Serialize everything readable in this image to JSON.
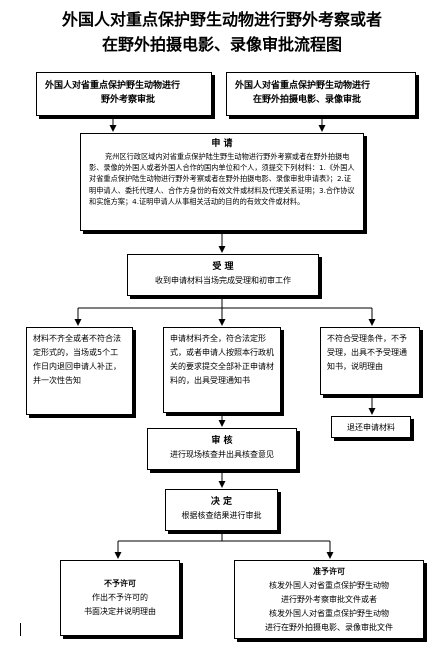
{
  "title_lines": [
    "外国人对重点保护野生动物进行野外考察或者",
    "在野外拍摄电影、录像审批流程图"
  ],
  "top_boxes": [
    {
      "lines": [
        "外国人对省重点保护野生动物进行",
        "野外考察审批"
      ]
    },
    {
      "lines": [
        "外国人对省重点保护野生动物进行",
        "在野外拍摄电影、录像审批"
      ]
    }
  ],
  "apply": {
    "heading": "申 请",
    "text": "兖州区行政区域内对省重点保护陆生野生动物进行野外考察或者在野外拍摄电影、录像的外国人或者外国人合作的国内单位和个人，须提交下列材料：1.《外国人对省重点保护陆生动物进行野外考察或者在野外拍摄电影、录像审批申请表》；2.证明申请人、委托代理人、合作方身份的有效文件或材料及代理关系证明；3.合作协议和实施方案；4.证明申请人从事相关活动的目的的有效文件或材料。"
  },
  "accept": {
    "heading": "受 理",
    "text": "收到申请材料当场完成受理和初审工作"
  },
  "branches": [
    {
      "text": "材料不齐全或者不符合法定形式的，当场或5个工作日内退回申请人补正，并一次性告知"
    },
    {
      "text": "申请材料齐全，符合法定形式，或者申请人按照本行政机关的要求提交全部补正申请材料的，出具受理通知书"
    },
    {
      "text": "不符合受理条件，不予受理，出具不予受理通知书，说明理由"
    }
  ],
  "return_box": {
    "text": "退还申请材料"
  },
  "review": {
    "heading": "审 核",
    "text": "进行现场核查并出具核查意见"
  },
  "decision": {
    "heading": "决 定",
    "text": "根据核查结果进行审批"
  },
  "deny": {
    "heading": "不予许可",
    "lines": [
      "作出不予许可的",
      "书面决定并说明理由"
    ]
  },
  "approve": {
    "heading": "准予许可",
    "lines": [
      "核发外国人对省重点保护野生动物",
      "进行野外考察审批文件或者",
      "核发外国人对省重点保护野生动物",
      "进行在野外拍摄电影、录像审批文件"
    ]
  }
}
